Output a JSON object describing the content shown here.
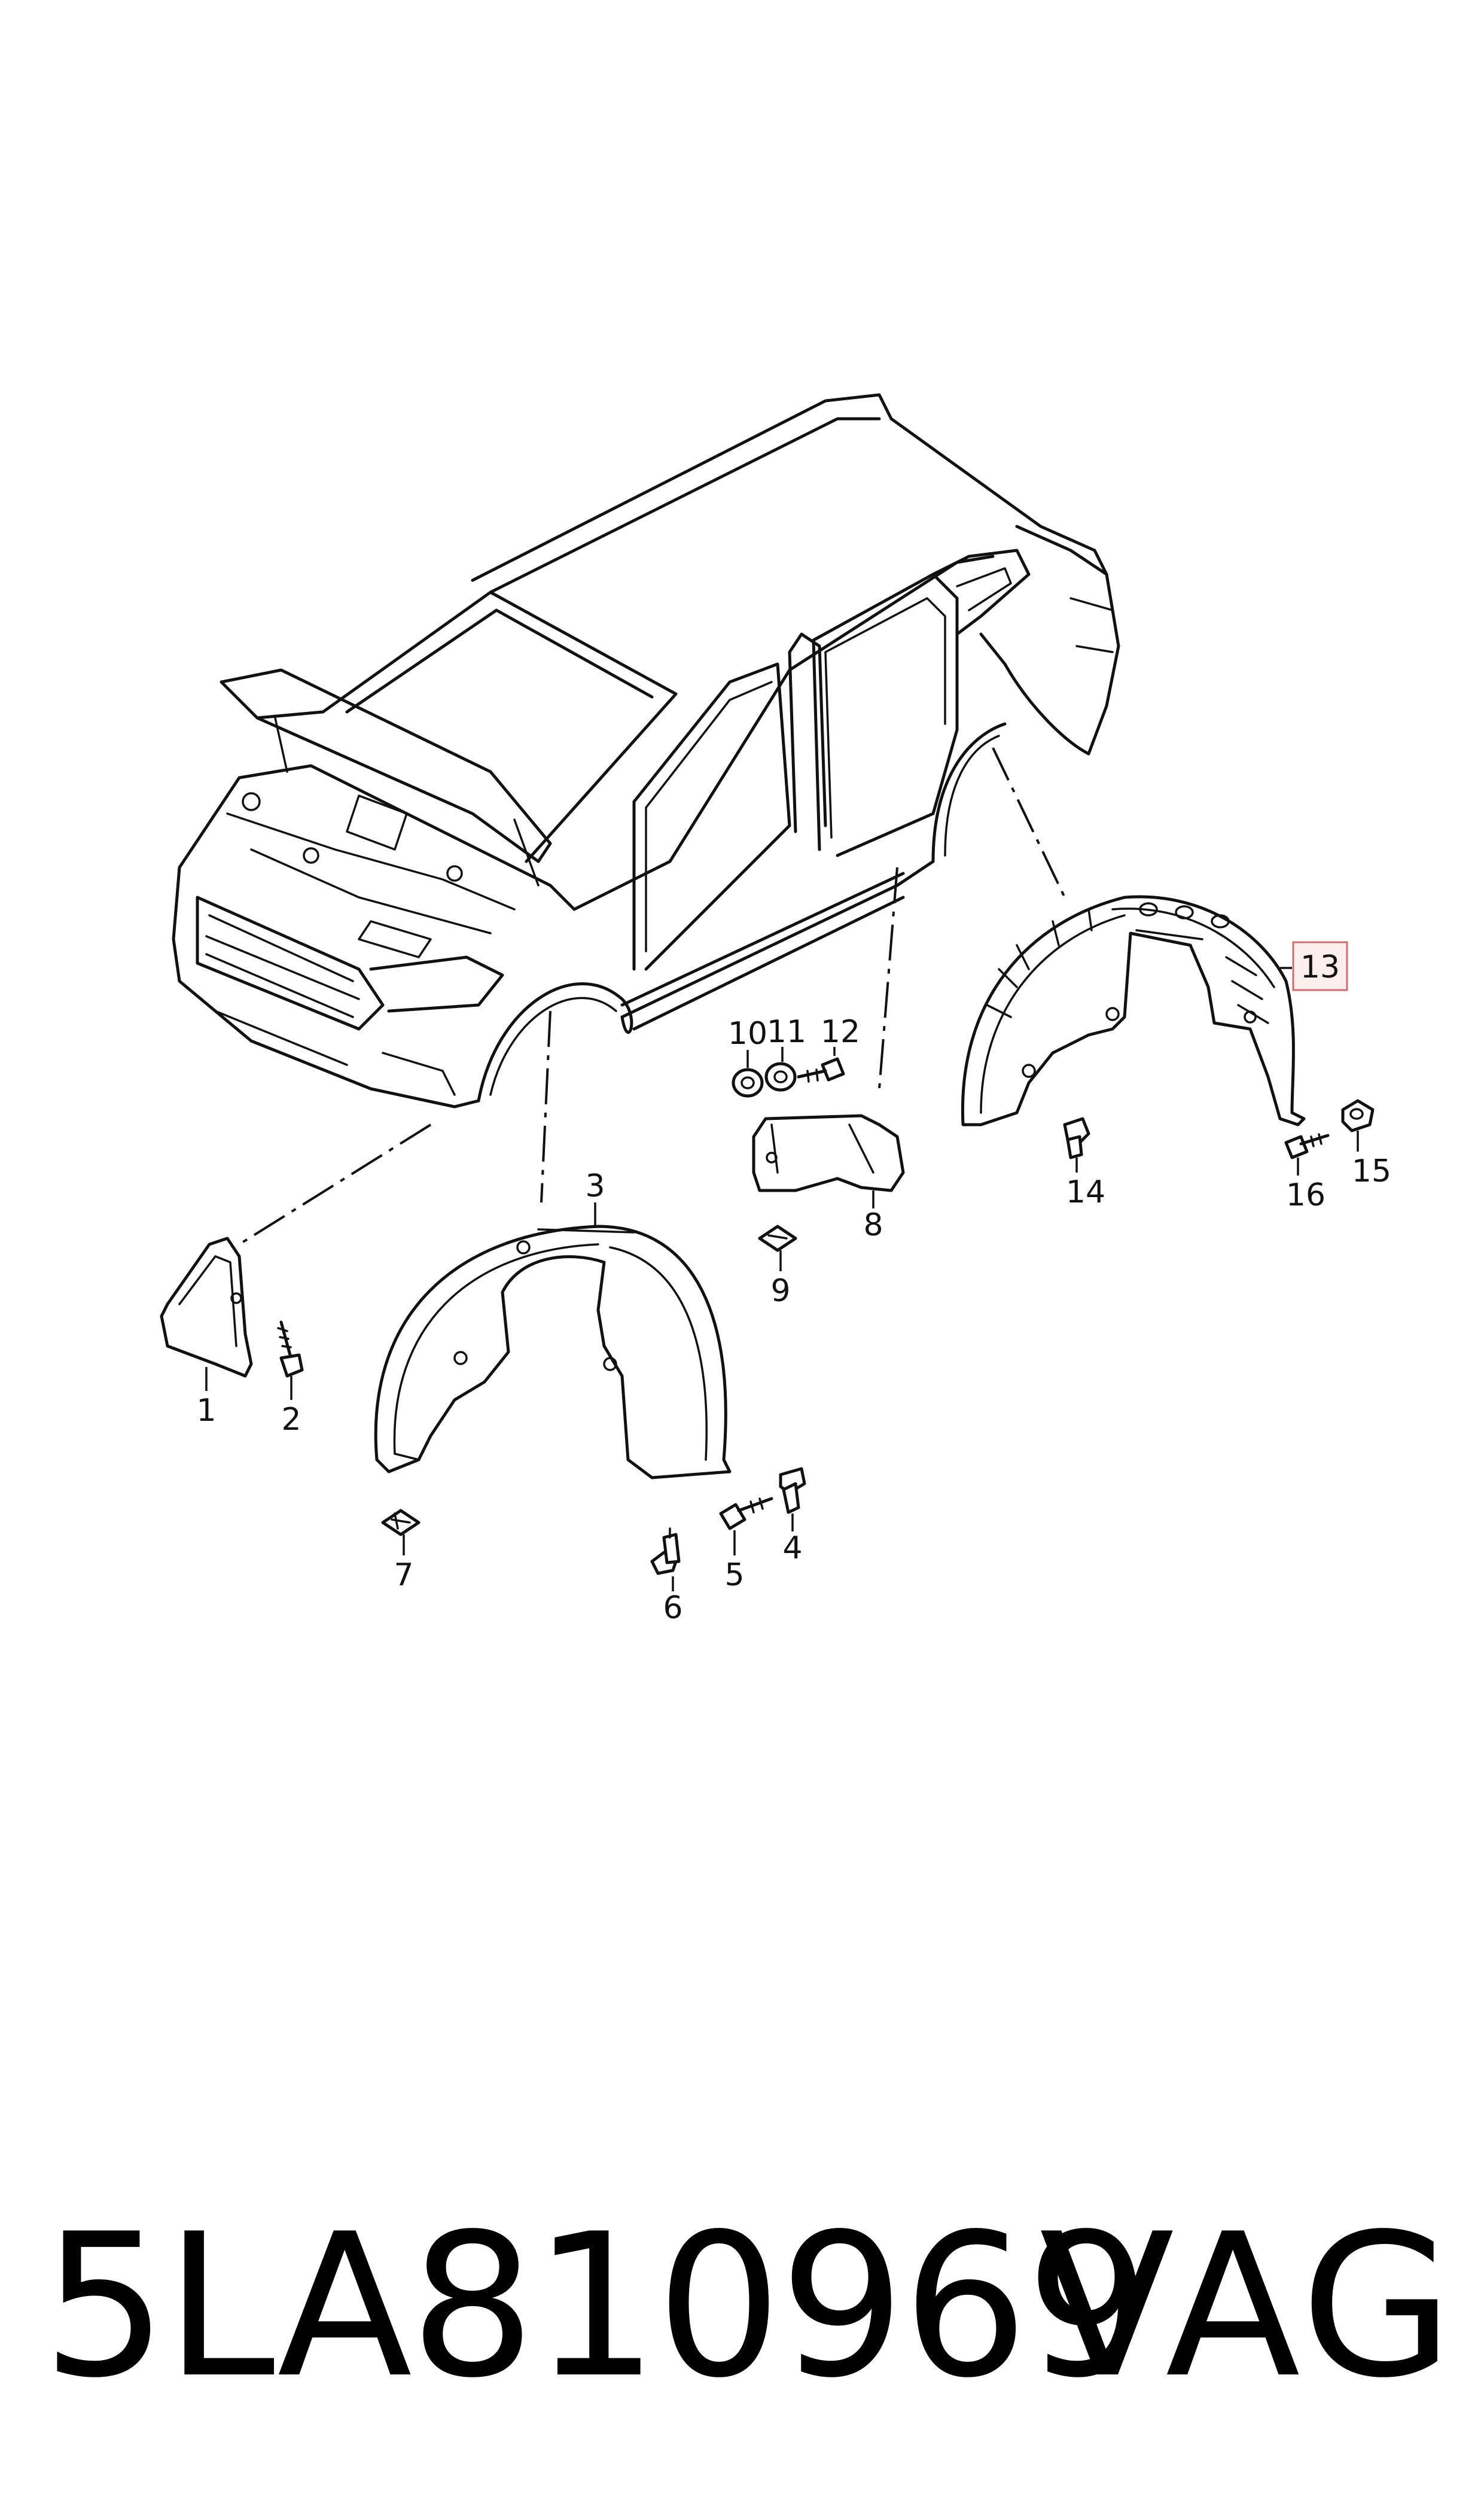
{
  "diagram": {
    "callouts": [
      {
        "id": "1",
        "label": "1"
      },
      {
        "id": "2",
        "label": "2"
      },
      {
        "id": "3",
        "label": "3"
      },
      {
        "id": "4",
        "label": "4"
      },
      {
        "id": "5",
        "label": "5"
      },
      {
        "id": "6",
        "label": "6"
      },
      {
        "id": "7",
        "label": "7"
      },
      {
        "id": "8",
        "label": "8"
      },
      {
        "id": "9",
        "label": "9"
      },
      {
        "id": "10",
        "label": "10"
      },
      {
        "id": "11",
        "label": "11"
      },
      {
        "id": "12",
        "label": "12"
      },
      {
        "id": "13",
        "label": "13",
        "highlighted": true
      },
      {
        "id": "14",
        "label": "14"
      },
      {
        "id": "15",
        "label": "15"
      },
      {
        "id": "16",
        "label": "16"
      }
    ],
    "highlight_color": "#d46a6a",
    "line_color": "#111111"
  },
  "footer": {
    "part_number": "5LA810969",
    "brand": "VAG"
  }
}
